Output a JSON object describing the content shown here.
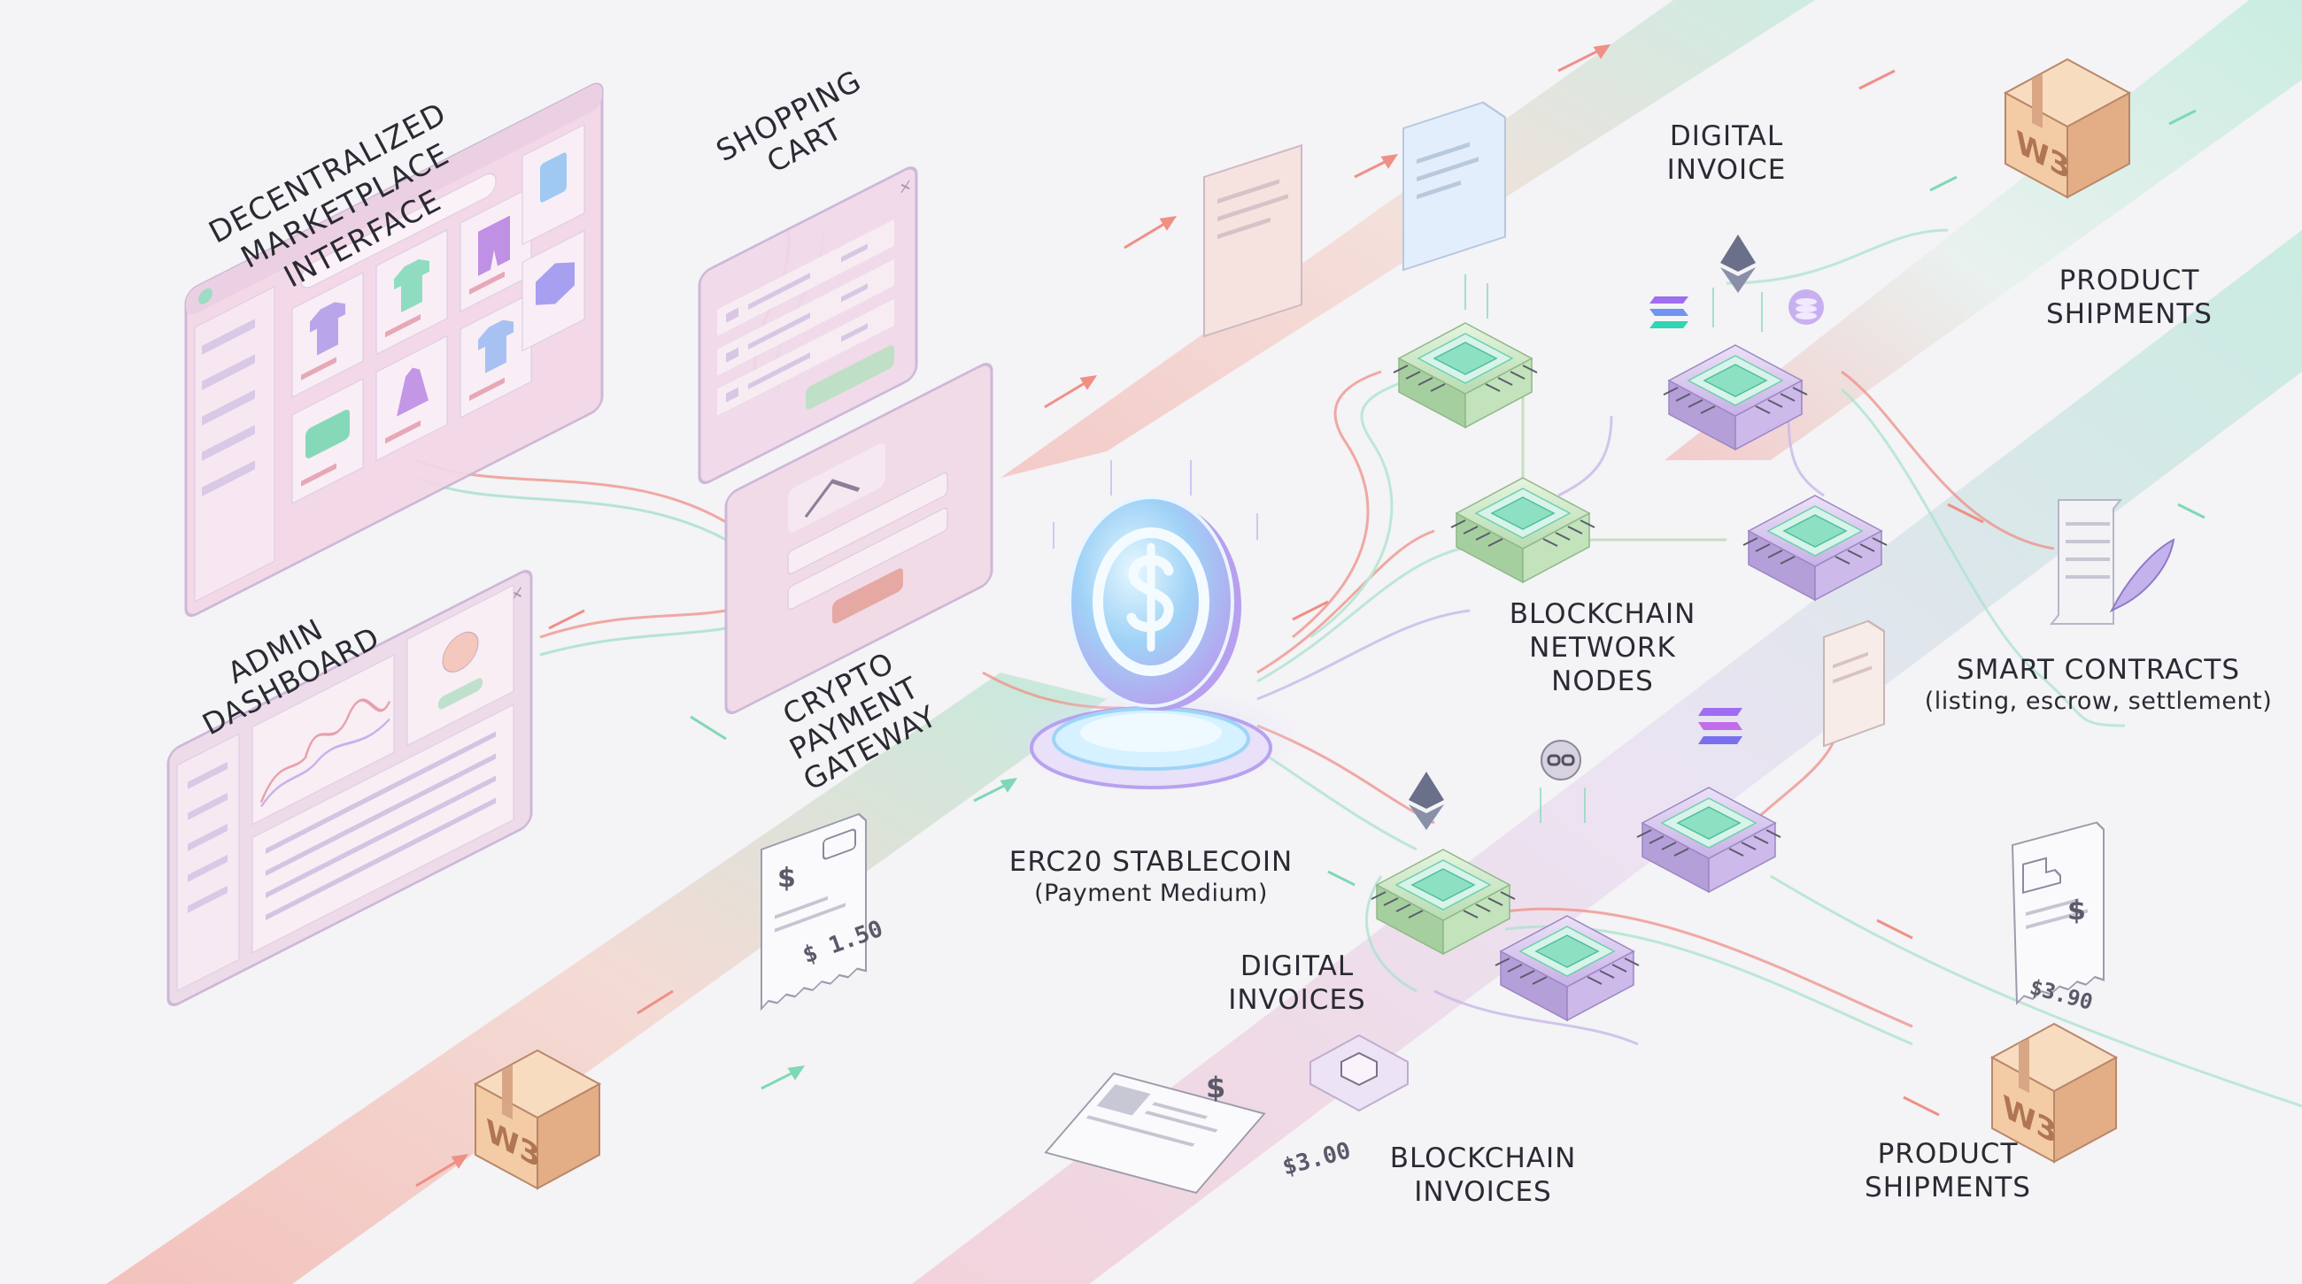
{
  "labels": {
    "marketplace": "DECENTRALIZED MARKETPLACE INTERFACE",
    "marketplace_line1": "DECENTRALIZED",
    "marketplace_line2": "MARKETPLACE INTERFACE",
    "shopping_cart": "SHOPPING CART",
    "admin_dashboard": "ADMIN DASHBOARD",
    "gateway_line1": "CRYPTO PAYMENT",
    "gateway_line2": "GATEWAY",
    "stablecoin_title": "ERC20 STABLECOIN",
    "stablecoin_sub": "(Payment Medium)",
    "digital_invoice_line1": "DIGITAL",
    "digital_invoice_line2": "INVOICE",
    "product_shipments_top_line1": "PRODUCT",
    "product_shipments_top_line2": "SHIPMENTS",
    "blockchain_nodes_line1": "BLOCKCHAIN",
    "blockchain_nodes_line2": "NETWORK",
    "blockchain_nodes_line3": "NODES",
    "smart_contracts_title": "SMART CONTRACTS",
    "smart_contracts_sub": "(listing, escrow, settlement)",
    "digital_invoices_line1": "DIGITAL",
    "digital_invoices_line2": "INVOICES",
    "blockchain_invoices_line1": "BLOCKCHAIN",
    "blockchain_invoices_line2": "INVOICES",
    "product_shipments_bottom_line1": "PRODUCT",
    "product_shipments_bottom_line2": "SHIPMENTS"
  },
  "boxes": {
    "brand": "W3"
  },
  "receipts": {
    "left_amount": "$ 1.50",
    "left_currency": "$",
    "bottom_amount": "$3.00",
    "bottom_currency": "$",
    "right_amount": "$3.90",
    "right_currency": "$"
  },
  "colors": {
    "background": "#f4f3f6",
    "flow_red": "#ef8f86",
    "flow_green": "#8fe0c2",
    "node_green": "#cfe8c8",
    "node_purple": "#d8c6ec",
    "coin_blue": "#8ec8f4",
    "coin_purple": "#b9a4f0"
  },
  "icons": [
    "ethereum-icon",
    "solana-icon",
    "coin-stack-icon",
    "dollar-coin-icon",
    "chainlink-icon",
    "quill-icon"
  ]
}
